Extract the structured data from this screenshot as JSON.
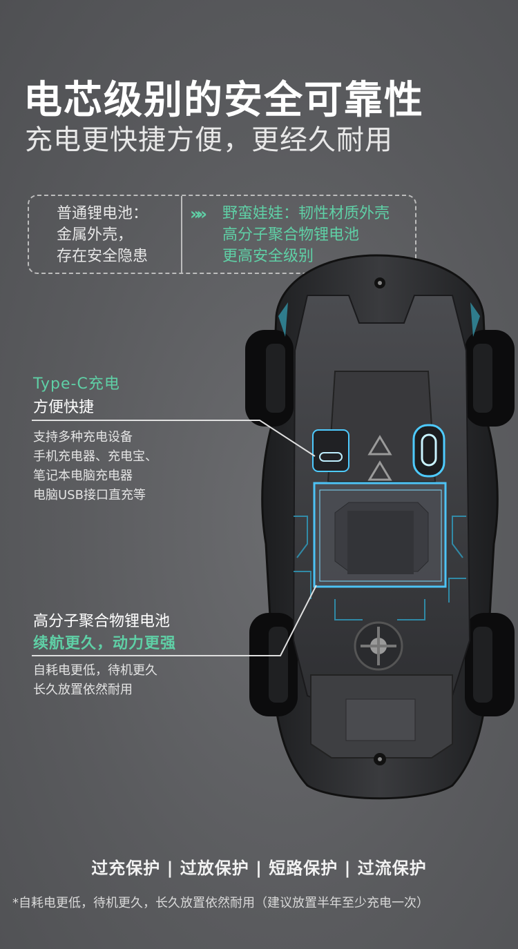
{
  "header": {
    "title": "电芯级别的安全可靠性",
    "subtitle": "充电更快捷方便，更经久耐用"
  },
  "comparison": {
    "left_lines": [
      "普通锂电池：",
      "金属外壳，",
      "存在安全隐患"
    ],
    "arrow": "»»",
    "right_lines": [
      "野蛮娃娃：韧性材质外壳",
      "高分子聚合物锂电池",
      "更高安全级别"
    ]
  },
  "note_typec": {
    "heading": "Type-C充电",
    "subheading": "方便快捷",
    "body_lines": [
      "支持多种充电设备",
      "手机充电器、充电宝、",
      "笔记本电脑充电器",
      "电脑USB接口直充等"
    ]
  },
  "note_battery": {
    "heading": "高分子聚合物锂电池",
    "subheading": "续航更久，动力更强",
    "body_lines": [
      "自耗电更低，待机更久",
      "长久放置依然耐用"
    ]
  },
  "protections": {
    "text": "过充保护 | 过放保护 | 短路保护 | 过流保护"
  },
  "footnote": "*自耗电更低，待机更久，长久放置依然耐用（建议放置半年至少充电一次）",
  "colors": {
    "accent": "#5fd0a6",
    "glow": "#4ecbff",
    "background": "#5a5b5e"
  }
}
